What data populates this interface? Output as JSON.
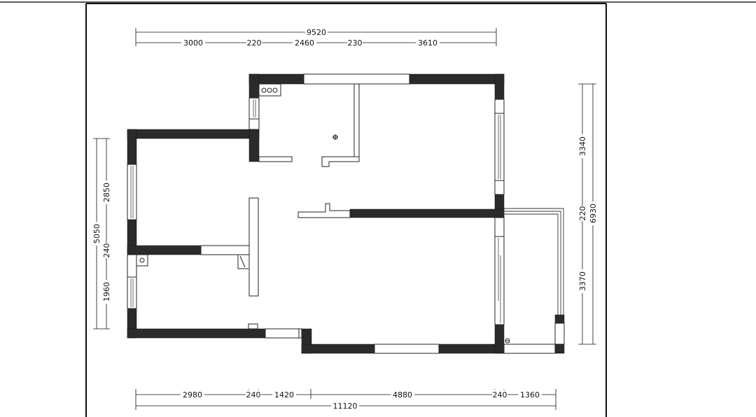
{
  "plan": {
    "dimensions": {
      "top_total": "9520",
      "top": [
        "3000",
        "220",
        "2460",
        "230",
        "3610"
      ],
      "bottom": [
        "2980",
        "240",
        "1420",
        "4880",
        "240",
        "1360"
      ],
      "bottom_total": "11120",
      "left_outer": "5050",
      "left": [
        "2850",
        "240",
        "1960"
      ],
      "right_total": "6930",
      "right": [
        "3340",
        "220",
        "3370"
      ]
    }
  }
}
